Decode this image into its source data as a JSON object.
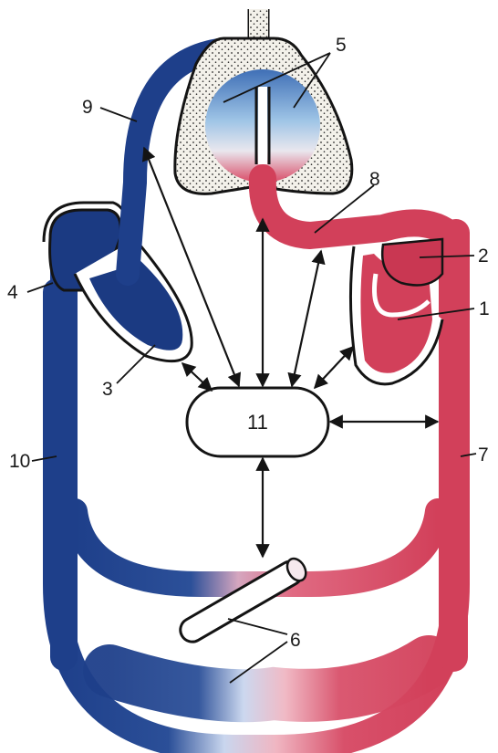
{
  "labels": {
    "l1": "1",
    "l2": "2",
    "l3": "3",
    "l4": "4",
    "l5": "5",
    "l6": "6",
    "l7": "7",
    "l8": "8",
    "l9": "9",
    "l10": "10",
    "l11": "11"
  },
  "colors": {
    "venous_blue": "#1e3f8a",
    "arterial_red": "#d2405a",
    "outline": "#141414",
    "lung_fill": "#f1efea"
  }
}
